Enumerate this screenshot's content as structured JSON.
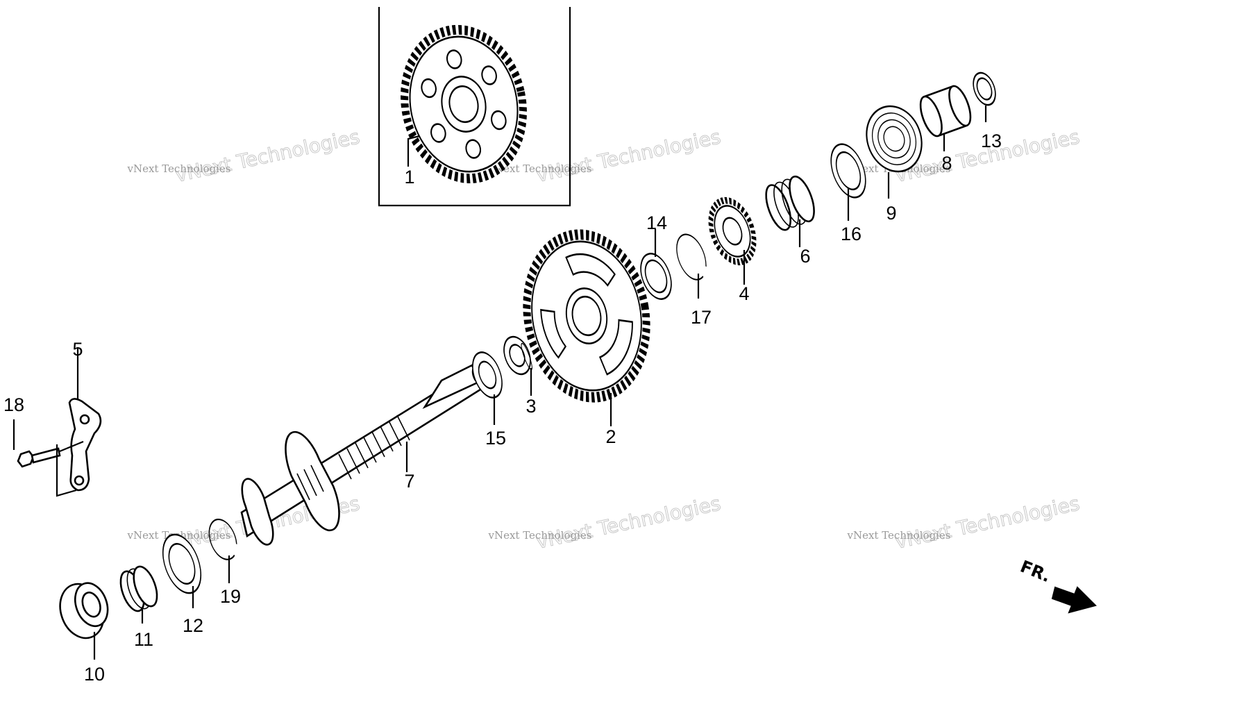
{
  "callouts": [
    "1",
    "2",
    "3",
    "4",
    "5",
    "6",
    "7",
    "8",
    "9",
    "10",
    "11",
    "12",
    "13",
    "14",
    "15",
    "16",
    "17",
    "18",
    "19"
  ],
  "watermark": {
    "line1": "vNext Technologies",
    "line2": "vNext Technologies"
  },
  "direction": {
    "label": "FR."
  }
}
